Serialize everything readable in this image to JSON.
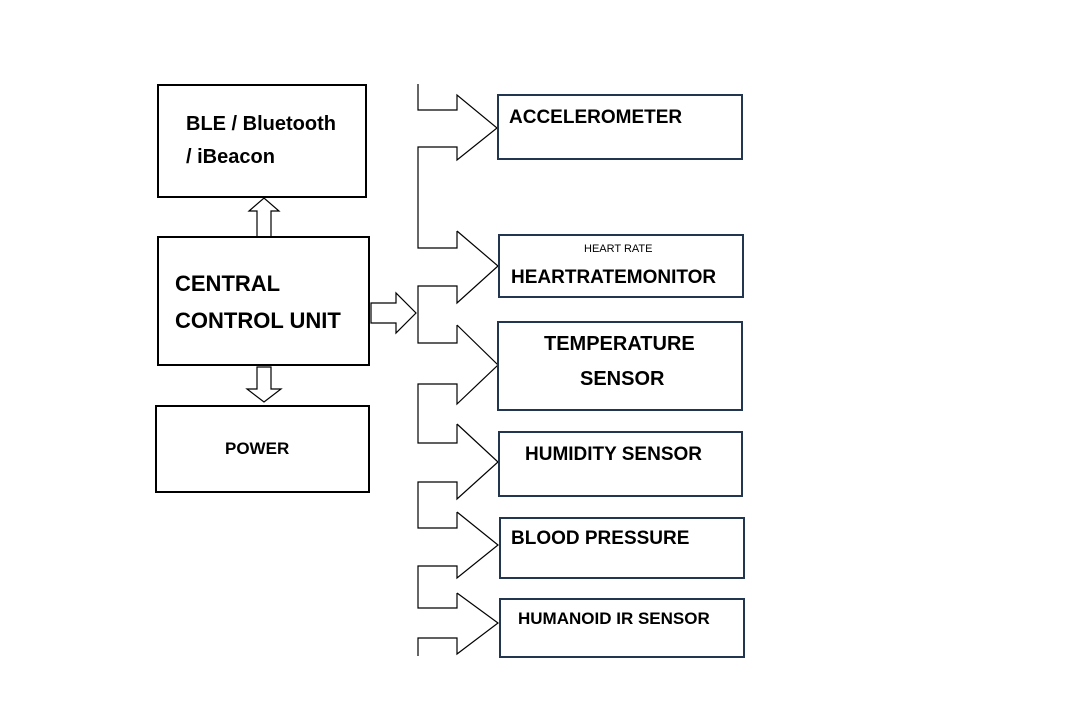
{
  "blocks": {
    "ble": {
      "line1": "BLE / Bluetooth",
      "line2": "/ iBeacon"
    },
    "ccu": {
      "line1": "CENTRAL",
      "line2": "CONTROL UNIT"
    },
    "power": {
      "label": "POWER"
    },
    "accelerometer": {
      "label": "ACCELEROMETER"
    },
    "heart_rate": {
      "small": "HEART RATE",
      "label": "HEARTRATEMONITOR"
    },
    "temperature": {
      "line1": "TEMPERATURE",
      "line2": "SENSOR"
    },
    "humidity": {
      "label": "HUMIDITY SENSOR"
    },
    "blood_pressure": {
      "label": "BLOOD PRESSURE"
    },
    "humanoid_ir": {
      "label": "HUMANOID IR SENSOR"
    }
  },
  "colors": {
    "stroke": "#000000",
    "sensor_border": "#22364f",
    "background": "#ffffff"
  }
}
